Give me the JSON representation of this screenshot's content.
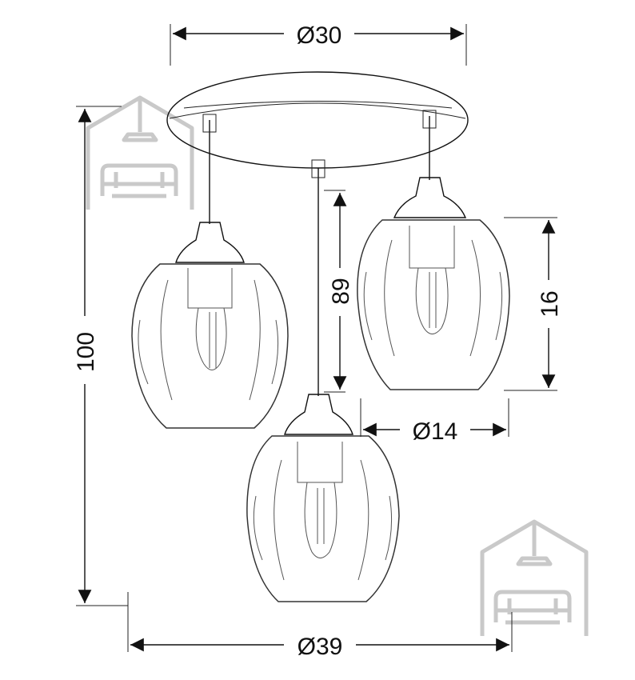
{
  "dimensions": {
    "canopy_diameter": "Ø30",
    "total_height": "100",
    "drop_height": "89",
    "shade_height": "16",
    "shade_diameter": "Ø14",
    "total_width": "Ø39"
  },
  "colors": {
    "line": "#111111",
    "watermark": "#c9c9c9"
  },
  "icons": [
    "house-sofa-watermark-icon"
  ]
}
